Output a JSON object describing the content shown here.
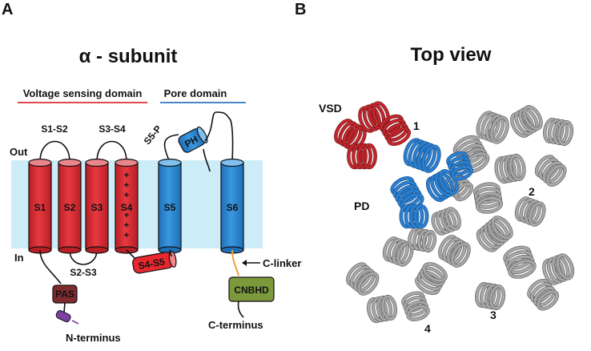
{
  "panel_a": {
    "letter": "A",
    "title": "α - subunit",
    "domain_vsd": "Voltage sensing domain",
    "domain_pore": "Pore domain",
    "label_out": "Out",
    "label_in": "In",
    "loop_s1s2": "S1-S2",
    "loop_s3s4": "S3-S4",
    "loop_s2s3": "S2-S3",
    "loop_s5p": "S5-P",
    "segments": [
      "S1",
      "S2",
      "S3",
      "S4",
      "S5",
      "S6"
    ],
    "s4_charges": [
      "+",
      "+",
      "+",
      "+",
      "+",
      "+",
      "+"
    ],
    "ph": "PH",
    "s4s5": "S4-S5",
    "pas": "PAS",
    "cnbhd": "CNBHD",
    "c_linker": "C-linker",
    "n_terminus": "N-terminus",
    "c_terminus": "C-terminus",
    "colors": {
      "vsd": "#d9262e",
      "vsd_light": "#e8868c",
      "pore": "#2b85d0",
      "pore_light": "#7fc0ee",
      "membrane": "#ccecf7",
      "pas": "#7e2b2d",
      "n_tag": "#7a3fa0",
      "cnbhd": "#7c9a3c",
      "linker": "#f0a040"
    }
  },
  "panel_b": {
    "letter": "B",
    "title": "Top view",
    "label_vsd": "VSD",
    "label_pd": "PD",
    "subunits": [
      "1",
      "2",
      "3",
      "4"
    ]
  }
}
